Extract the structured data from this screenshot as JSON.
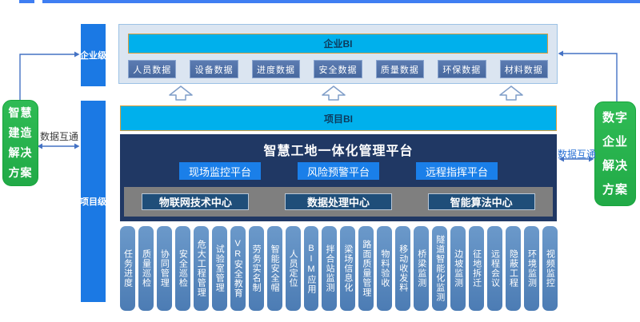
{
  "solutions": {
    "left": {
      "lines": [
        "智慧",
        "建造",
        "解决",
        "方案"
      ]
    },
    "right": {
      "lines": [
        "数字",
        "企业",
        "解决",
        "方案"
      ]
    }
  },
  "links": {
    "left_label": "数据互通",
    "right_label": "数据互通"
  },
  "levels": {
    "enterprise": "企业级",
    "project": "项目级"
  },
  "enterprise_bi": {
    "title": "企业BI",
    "data_boxes": [
      "人员数据",
      "设备数据",
      "进度数据",
      "安全数据",
      "质量数据",
      "环保数据",
      "材料数据"
    ]
  },
  "project_bi": {
    "title": "项目BI"
  },
  "platform": {
    "title": "智慧工地一体化管理平台",
    "sub_platforms": [
      "现场监控平台",
      "风险预警平台",
      "远程指挥平台"
    ],
    "centers": [
      "物联网技术中心",
      "数据处理中心",
      "智能算法中心"
    ]
  },
  "modules": [
    "任务进度",
    "质量巡检",
    "协同管理",
    "安全巡检",
    "危大工程管理",
    "试验室管理",
    "VR安全教育",
    "劳务实名制",
    "智能安全帽",
    "人员定位",
    "BIM应用",
    "拌合站监测",
    "梁场信息化",
    "路面质量管理",
    "物料验收",
    "移动收发料",
    "桥梁监测",
    "隧道智能化监测",
    "边坡监测",
    "征地拆迁",
    "远程会议",
    "隐蔽工程",
    "环境监测",
    "视频监控"
  ],
  "colors": {
    "accent_top": "#3f7ef2",
    "green": "#2ab350",
    "level_blue": "#1b79e4",
    "cyan": "#00b0ec",
    "cyan_border": "#d99e3f",
    "panel_bg": "#dbe5f1",
    "panel_border": "#9cc2e5",
    "data_box_blue": "#4e70a7",
    "navy_panel": "#203864",
    "bright_blue_button": "#1a7fe9",
    "gray_bar": "#7f7f7f",
    "center_box_navy": "#1f4e79",
    "module_blue": "#5b8cc0",
    "connector": "#4472c4"
  }
}
